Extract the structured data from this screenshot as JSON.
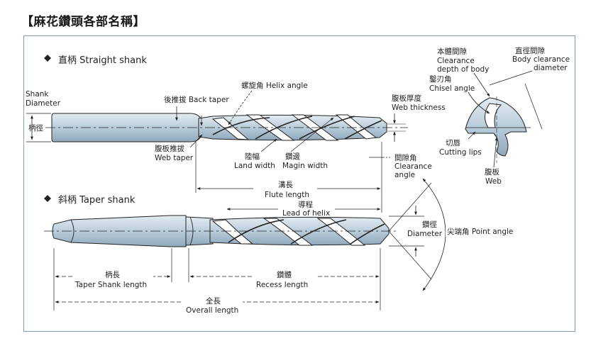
{
  "title": "【麻花鑽頭各部名稱】",
  "sections": {
    "straight": "直柄 Straight shank",
    "taper": "斜柄 Taper shank"
  },
  "labels": {
    "shank_diameter_1": "Shank",
    "shank_diameter_2": "Diameter",
    "shank_diameter_zh": "柄徑",
    "back_taper": "後推拔 Back taper",
    "helix_angle": "螺旋角 Helix angle",
    "web_thickness_zh": "腹板厚度",
    "web_thickness_en": "Web thickness",
    "web_taper_zh": "腹板推拔",
    "web_taper_en": "Web taper",
    "land_width_zh": "陸幅",
    "land_width_en": "Land width",
    "margin_width_zh": "鑽邊",
    "margin_width_en": "Magin width",
    "clearance_angle_zh": "間隙角",
    "clearance_angle_en1": "Clearance",
    "clearance_angle_en2": "angle",
    "flute_length_zh": "溝長",
    "flute_length_en": "Flute length",
    "lead_zh": "導程",
    "lead_en": "Lead of helix",
    "diameter_zh": "鑽徑",
    "diameter_en": "Diameter",
    "point_angle": "尖端角 Point angle",
    "taper_shank_length_zh": "柄長",
    "taper_shank_length_en": "Taper Shank length",
    "recess_length_zh": "鑽體",
    "recess_length_en": "Recess length",
    "overall_length_zh": "全長",
    "overall_length_en": "Overall length",
    "clearance_depth_zh": "本體間隙",
    "clearance_depth_en1": "Clearance",
    "clearance_depth_en2": "depth of body",
    "body_clearance_zh": "直徑間隙",
    "body_clearance_en1": "Body clearance",
    "body_clearance_en2": "diameter",
    "chisel_angle_zh": "鑿刃角",
    "chisel_angle_en": "Chisel angle",
    "cutting_lips_zh": "切唇",
    "cutting_lips_en": "Cutting lips",
    "web_zh": "腹板",
    "web_en": "Web"
  },
  "colors": {
    "steel": "#b9ccda",
    "steel_dark": "#6d8799",
    "frame": "#7da0b8",
    "line": "#222222"
  }
}
